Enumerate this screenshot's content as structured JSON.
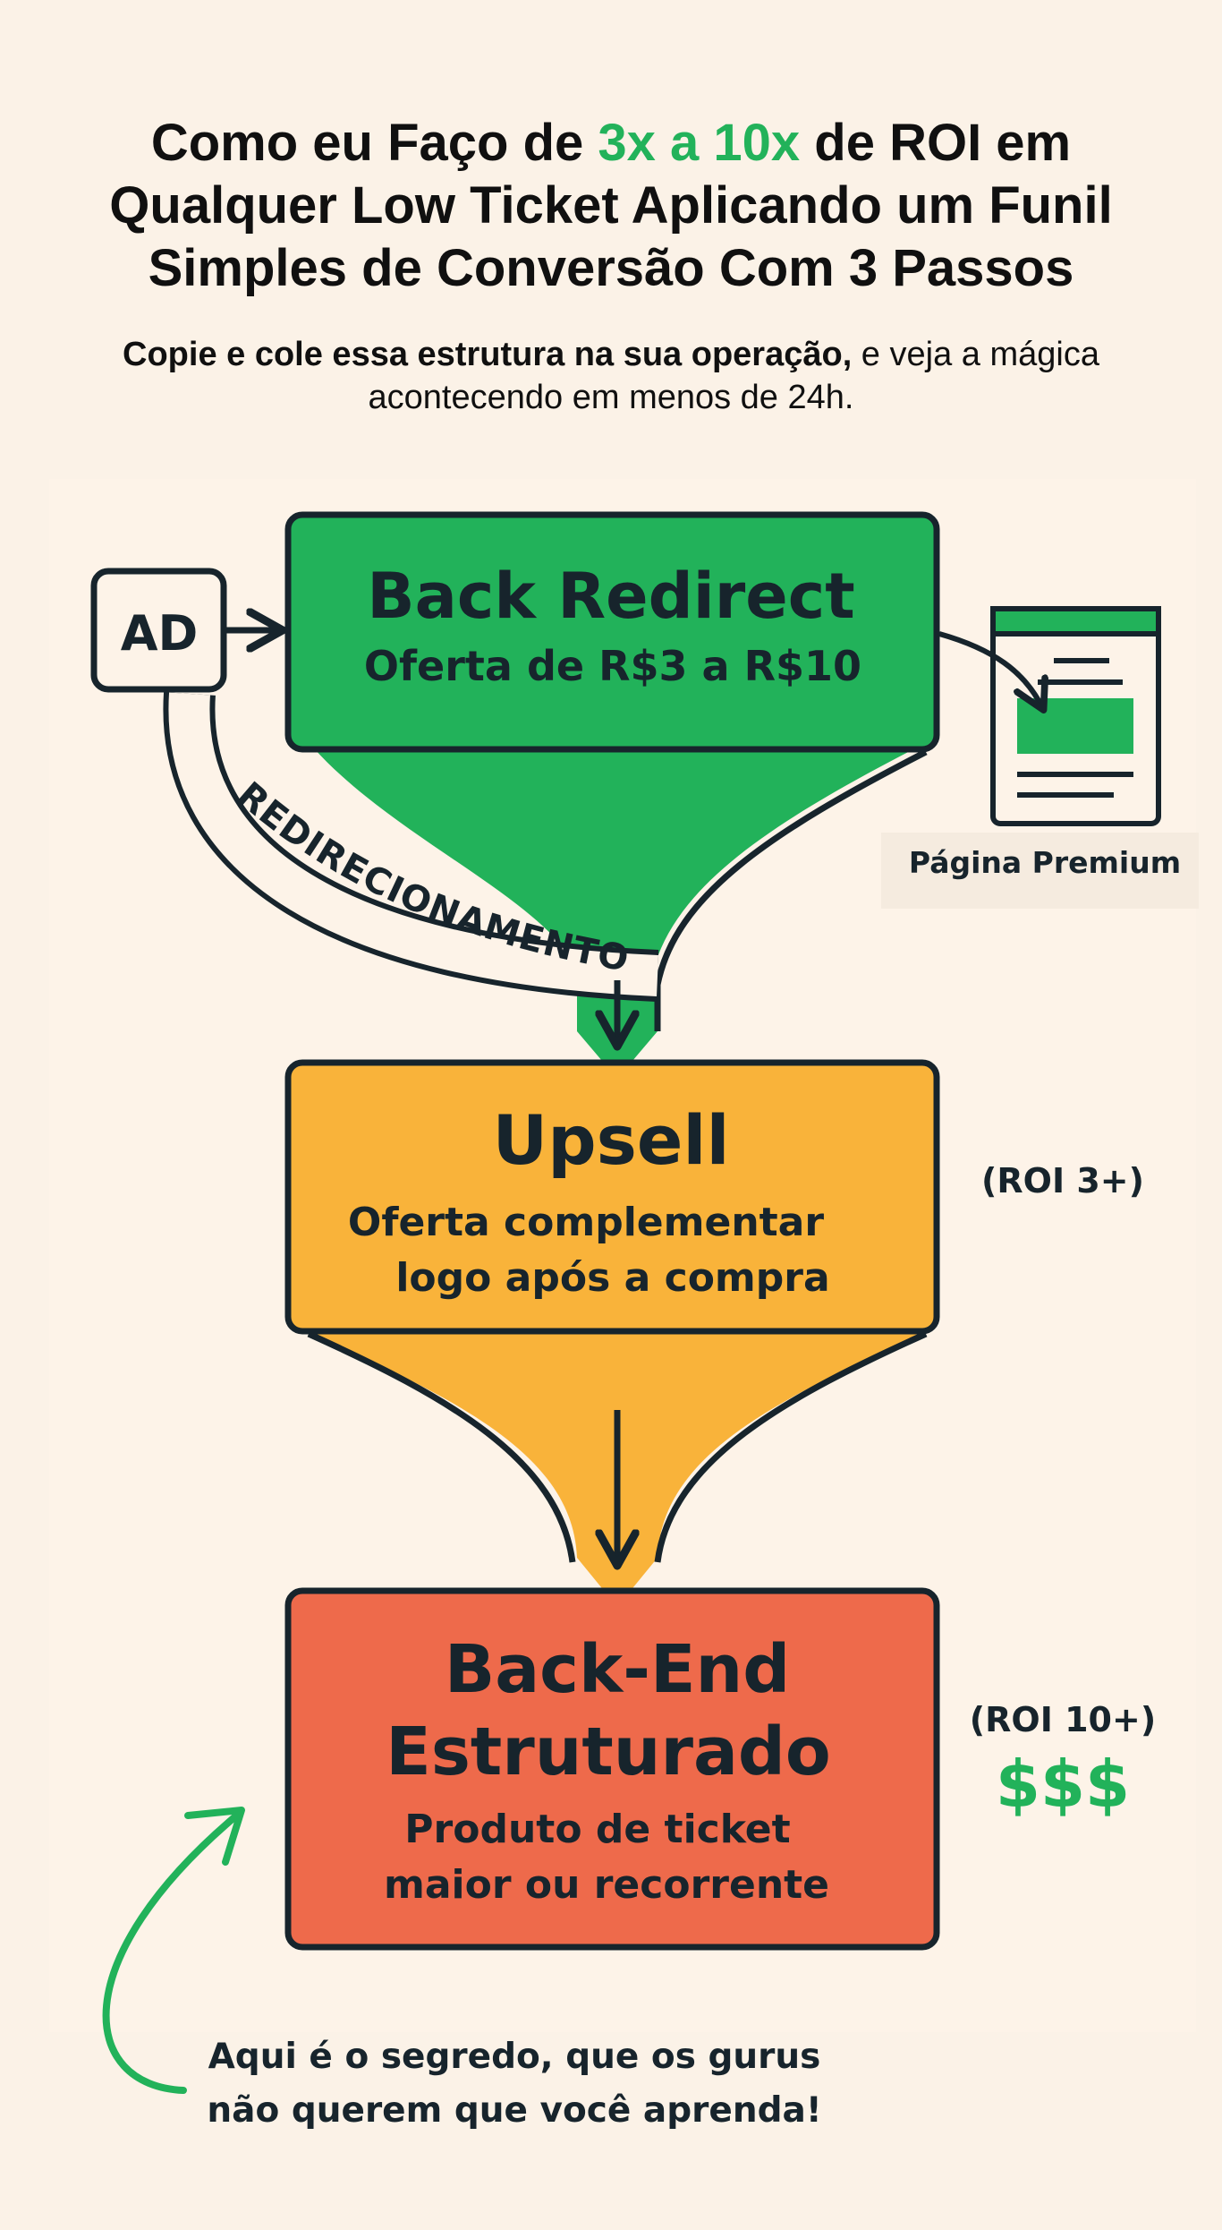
{
  "header": {
    "title_pre": "Como eu Faço de ",
    "title_accent": "3x a 10x",
    "title_post": " de ROI em Qualquer Low Ticket Aplicando um Funil Simples de Conversão Com 3 Passos",
    "subtitle_bold": "Copie e cole essa estrutura na sua operação,",
    "subtitle_rest": " e veja a mágica acontecendo em menos de 24h."
  },
  "diagram": {
    "ad_label": "AD",
    "redirect_label": "REDIRECIONAMENTO",
    "premium_label": "Página Premium",
    "steps": [
      {
        "title": "Back Redirect",
        "desc_1": "Oferta de R$3 a R$10"
      },
      {
        "title": "Upsell",
        "desc_1": "Oferta complementar",
        "desc_2": "logo após a compra",
        "roi": "(ROI 3+)"
      },
      {
        "title_1": "Back-End",
        "title_2": "Estruturado",
        "desc_1": "Produto de ticket",
        "desc_2": "maior ou recorrente",
        "roi": "(ROI 10+)",
        "money": "$$$"
      }
    ],
    "secret_1": "Aqui é o segredo, que os gurus",
    "secret_2": "não querem que você aprenda!"
  },
  "colors": {
    "green": "#22b25a",
    "orange": "#f9b33a",
    "red": "#ee6a4b",
    "outline": "#17242c",
    "background": "#fbf2e7"
  }
}
